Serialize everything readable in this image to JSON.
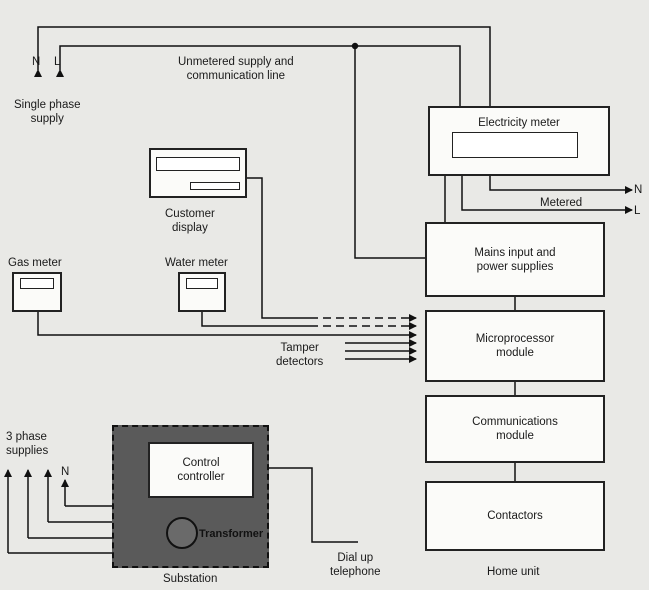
{
  "supply": {
    "n_label": "N",
    "l_label": "L",
    "caption": "Single phase\nsupply"
  },
  "unmetered_caption": "Unmetered supply and\ncommunication line",
  "electricity_meter": {
    "label": "Electricity meter"
  },
  "metered": {
    "label": "Metered",
    "n_label": "N",
    "l_label": "L"
  },
  "customer_display": {
    "label": "Customer\ndisplay"
  },
  "gas_meter": {
    "label": "Gas meter"
  },
  "water_meter": {
    "label": "Water meter"
  },
  "home_unit": {
    "label": "Home unit",
    "mains": "Mains input and\npower supplies",
    "microprocessor": "Microprocessor\nmodule",
    "communications": "Communications\nmodule",
    "contactors": "Contactors"
  },
  "tamper": {
    "label": "Tamper\ndetectors"
  },
  "substation": {
    "label": "Substation",
    "controller": "Control\ncontroller",
    "transformer": "Transformer",
    "three_phase": "3 phase\nsupplies",
    "n_label": "N"
  },
  "telephone": {
    "label": "Dial up\ntelephone"
  }
}
